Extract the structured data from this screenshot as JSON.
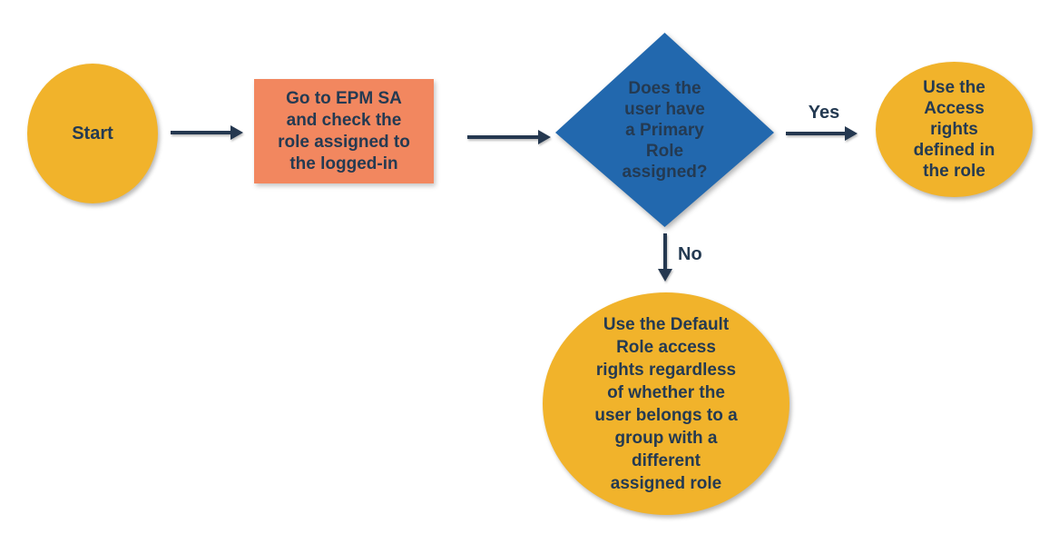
{
  "flowchart": {
    "nodes": {
      "start": {
        "label": "Start",
        "shape": "circle",
        "fill": "#F1B32B"
      },
      "process": {
        "label": "Go to EPM SA\nand check the\nrole assigned to\nthe logged-in",
        "shape": "rectangle",
        "fill": "#F2875F"
      },
      "decision": {
        "label": "Does the\nuser have\na Primary\nRole\nassigned?",
        "shape": "diamond",
        "fill": "#2268AE"
      },
      "yes_result": {
        "label": "Use the\nAccess\nrights\ndefined in\nthe role",
        "shape": "circle",
        "fill": "#F1B32B"
      },
      "no_result": {
        "label": "Use the Default\nRole access\nrights regardless\nof whether the\nuser belongs to a\ngroup with a\ndifferent\nassigned role",
        "shape": "circle",
        "fill": "#F1B32B"
      }
    },
    "edges": {
      "start_to_process": {
        "label": ""
      },
      "process_to_decision": {
        "label": ""
      },
      "decision_yes": {
        "label": "Yes"
      },
      "decision_no": {
        "label": "No"
      }
    },
    "colors": {
      "node_yellow": "#F1B32B",
      "node_orange": "#F2875F",
      "node_blue": "#2268AE",
      "text_navy": "#243A52",
      "arrow_navy": "#253850",
      "background": "#FFFFFF"
    }
  }
}
